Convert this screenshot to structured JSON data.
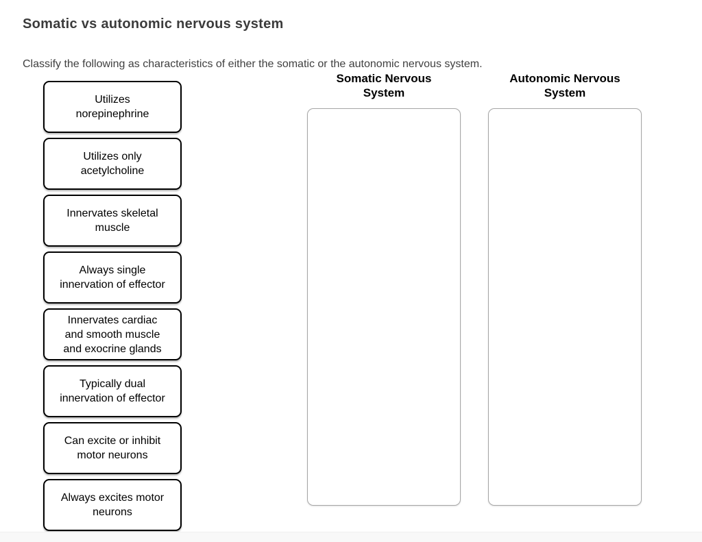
{
  "page": {
    "title": "Somatic vs autonomic nervous system",
    "instructions": "Classify the following as characteristics of either the somatic or the autonomic nervous system."
  },
  "tiles": [
    {
      "label": "Utilizes\nnorepinephrine"
    },
    {
      "label": "Utilizes only\nacetylcholine"
    },
    {
      "label": "Innervates skeletal\nmuscle"
    },
    {
      "label": "Always single\ninnervation of effector"
    },
    {
      "label": "Innervates cardiac\nand smooth muscle\nand exocrine glands"
    },
    {
      "label": "Typically dual\ninnervation of effector"
    },
    {
      "label": "Can excite or inhibit\nmotor neurons"
    },
    {
      "label": "Always excites motor\nneurons"
    }
  ],
  "bins": [
    {
      "title": "Somatic Nervous\nSystem"
    },
    {
      "title": "Autonomic Nervous\nSystem"
    }
  ],
  "colors": {
    "page_bg": "#ffffff",
    "title_text": "#3b3b3b",
    "body_text": "#3f3f3f",
    "tile_border": "#000000",
    "tile_text": "#000000",
    "bin_border": "#a6a6a6",
    "bin_heading": "#000000",
    "footer_strip": "#f8f8f8"
  }
}
